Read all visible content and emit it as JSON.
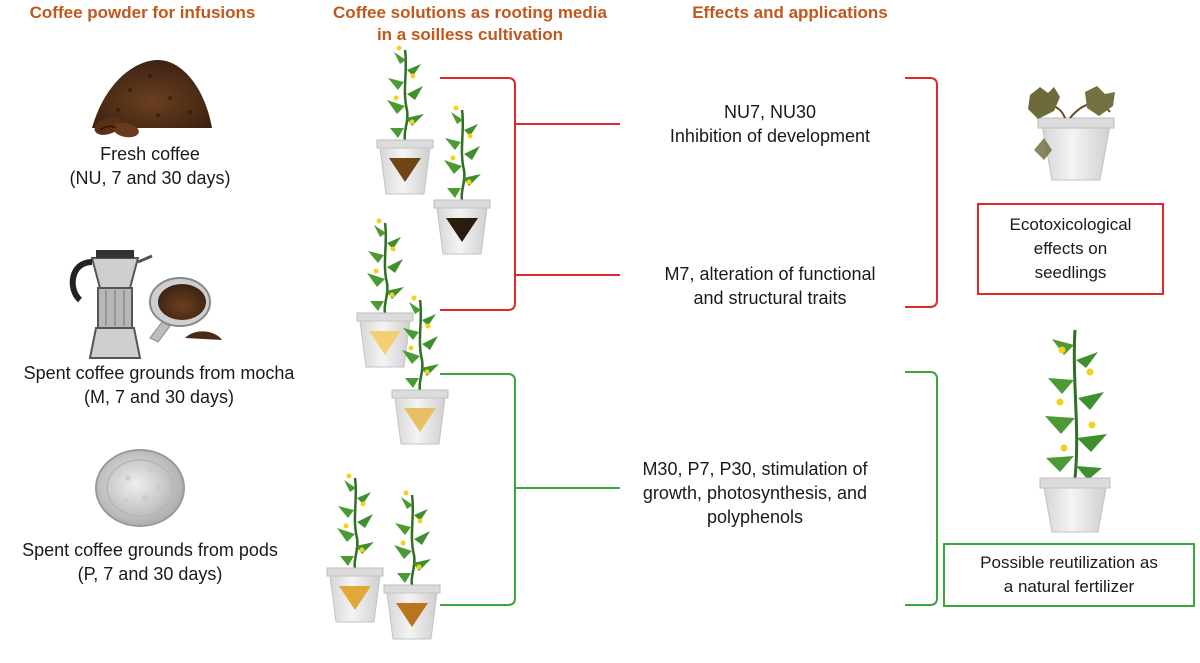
{
  "headers": {
    "col1": "Coffee powder for infusions",
    "col2_line1": "Coffee solutions as rooting media",
    "col2_line2": "in a soilless cultivation",
    "col3": "Effects and applications"
  },
  "sources": {
    "fresh": {
      "line1": "Fresh coffee",
      "line2": "(NU, 7 and 30 days)"
    },
    "mocha": {
      "line1": "Spent coffee grounds from mocha",
      "line2": "(M, 7 and 30 days)"
    },
    "pods": {
      "line1": "Spent coffee grounds from pods",
      "line2": "(P, 7 and 30 days)"
    }
  },
  "effects": {
    "nu": {
      "line1": "NU7, NU30",
      "line2": "Inhibition of development"
    },
    "m7": {
      "line1": "M7, alteration of functional",
      "line2": "and structural traits"
    },
    "stim": {
      "line1": "M30, P7, P30, stimulation of",
      "line2": "growth, photosynthesis, and",
      "line3": "polyphenols"
    }
  },
  "outcomes": {
    "eco": {
      "line1": "Ecotoxicological",
      "line2": "effects on",
      "line3": "seedlings"
    },
    "reuse": {
      "line1": "Possible reutilization as",
      "line2": "a natural fertilizer"
    }
  },
  "colors": {
    "header": "#c0581c",
    "negative": "#e0272b",
    "positive": "#3aa53a",
    "leaf": "#3f8f2e",
    "pot": "#e9e9e9"
  }
}
